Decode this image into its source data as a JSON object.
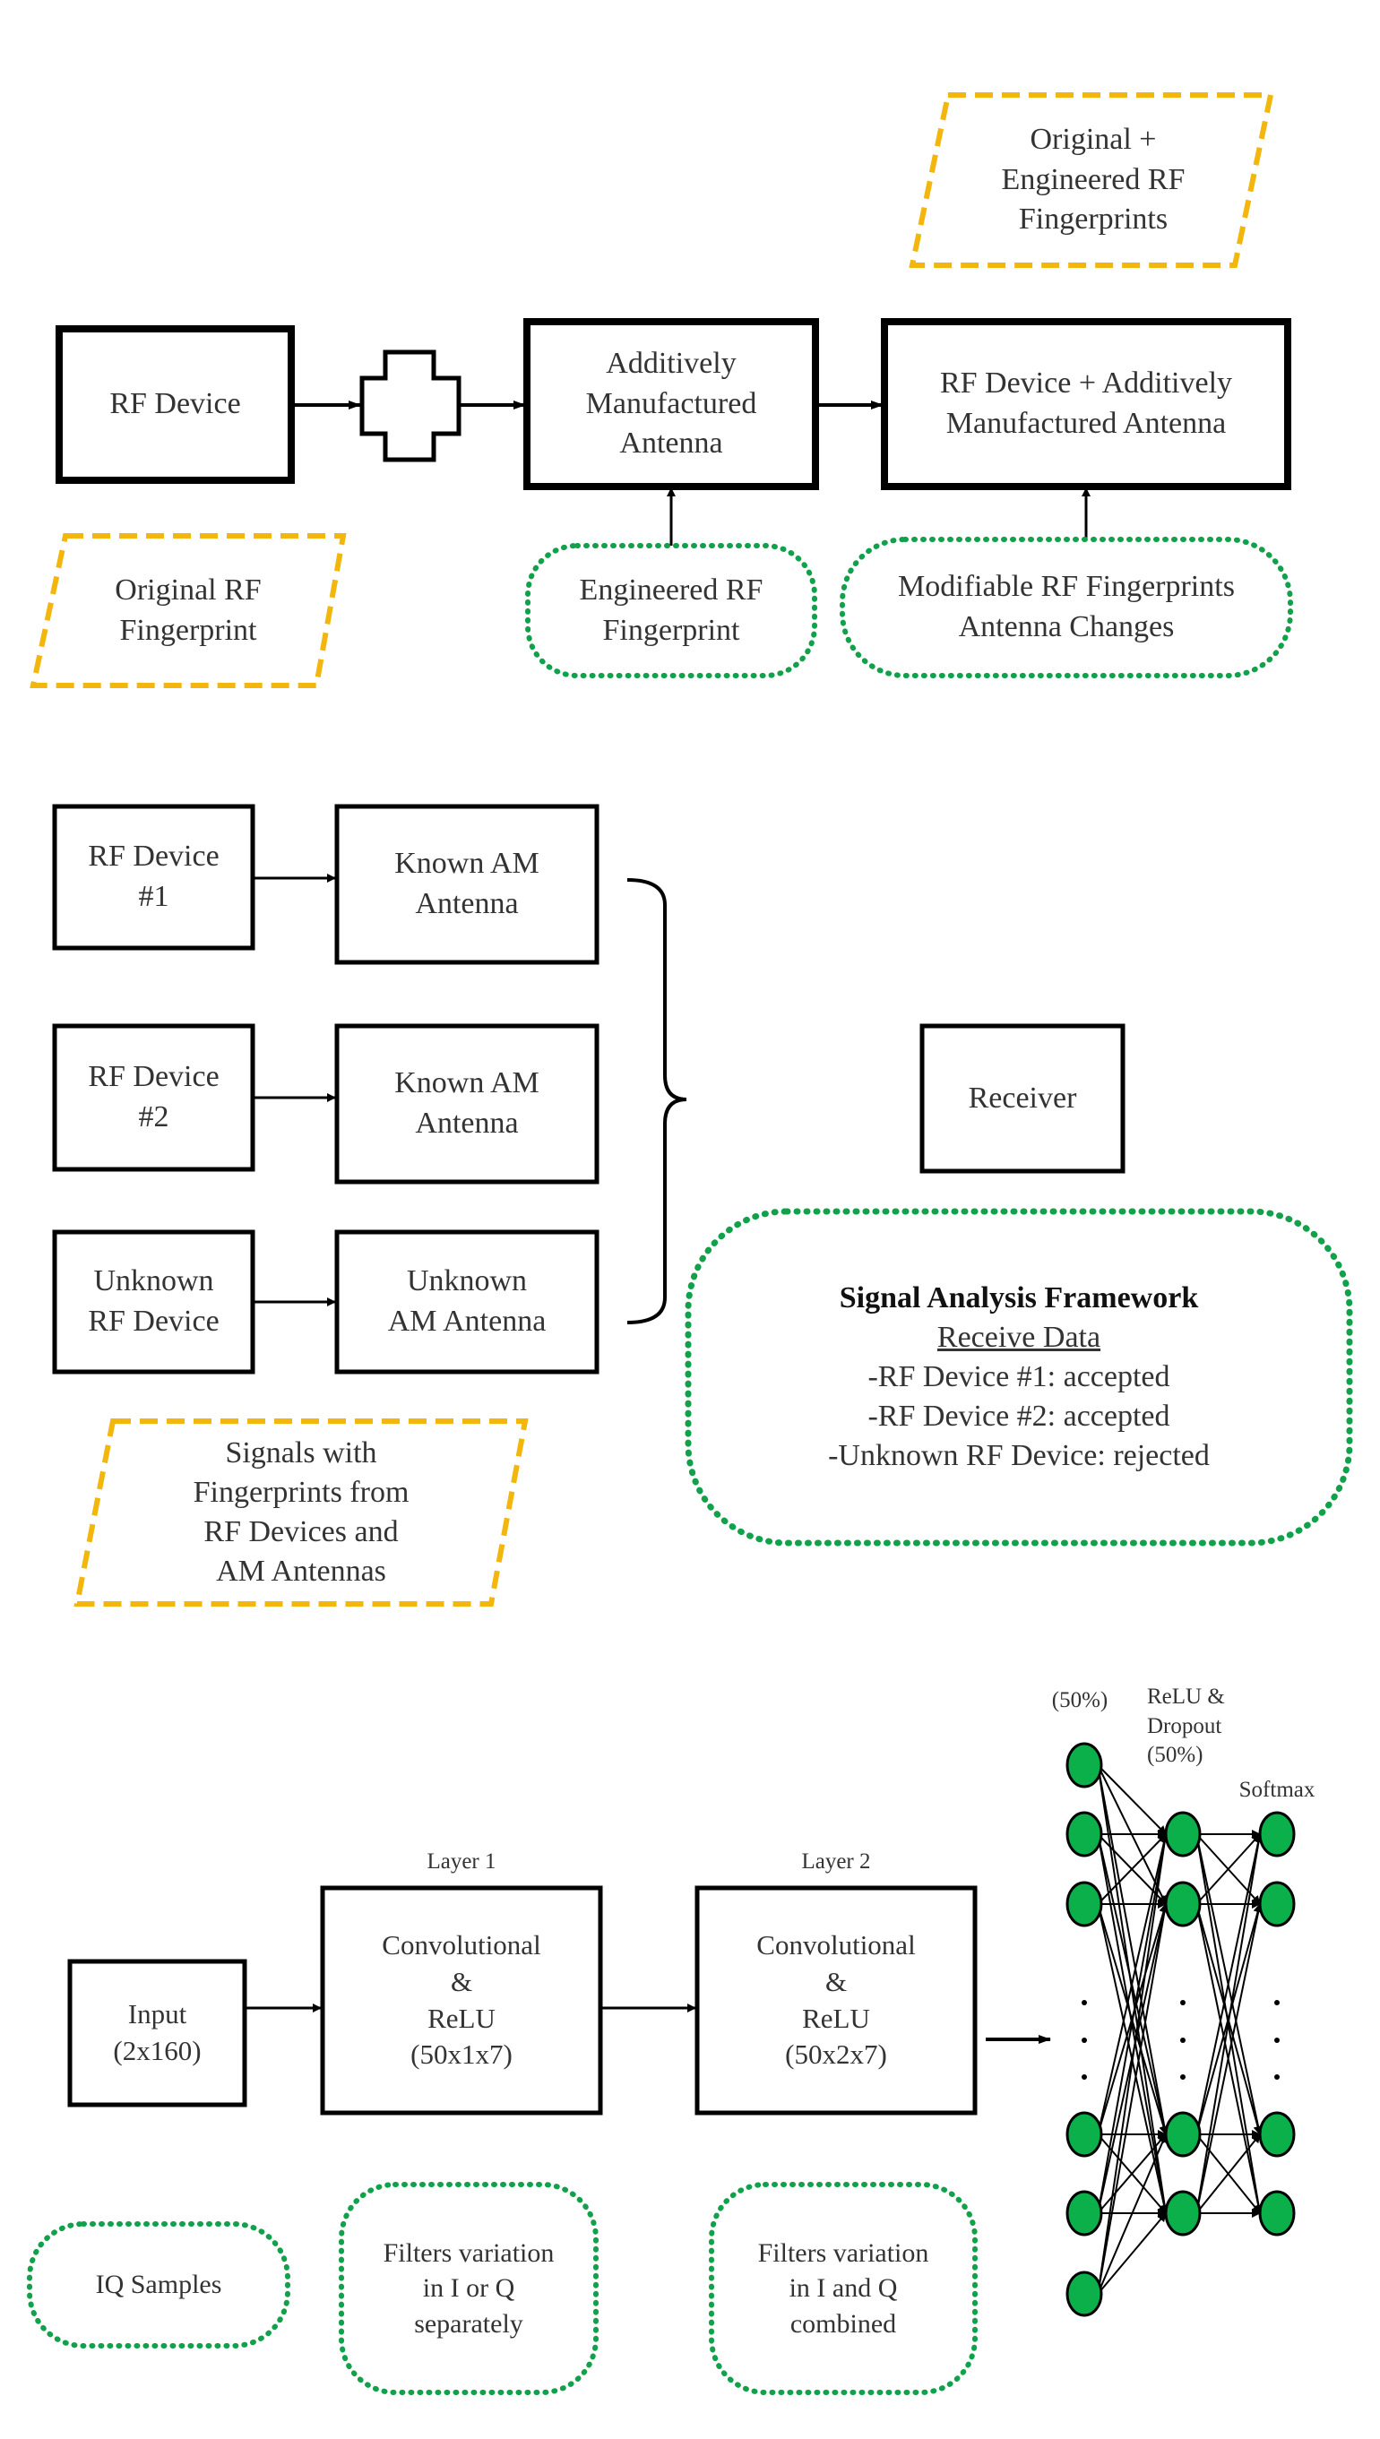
{
  "colors": {
    "stroke": "#000000",
    "dashed_parallelogram": "#f2b60c",
    "dotted_rounded": "#12a14b",
    "node_fill": "#0bb04b"
  },
  "section1": {
    "output_fingerprints": [
      "Original +",
      "Engineered RF",
      "Fingerprints"
    ],
    "rf_device": "RF Device",
    "am_antenna": [
      "Additively",
      "Manufactured",
      "Antenna"
    ],
    "combined": [
      "RF Device + Additively",
      "Manufactured Antenna"
    ],
    "original_fingerprint": [
      "Original RF",
      "Fingerprint"
    ],
    "engineered_fingerprint": [
      "Engineered RF",
      "Fingerprint"
    ],
    "modifiable": [
      "Modifiable RF Fingerprints",
      "Antenna Changes"
    ]
  },
  "section2": {
    "device1": [
      "RF Device",
      "#1"
    ],
    "antenna1": [
      "Known AM",
      "Antenna"
    ],
    "device2": [
      "RF Device",
      "#2"
    ],
    "antenna2": [
      "Known AM",
      "Antenna"
    ],
    "device3": [
      "Unknown",
      "RF Device"
    ],
    "antenna3": [
      "Unknown",
      "AM Antenna"
    ],
    "receiver": "Receiver",
    "framework": {
      "title": "Signal Analysis Framework",
      "subtitle": "Receive Data",
      "lines": [
        "-RF Device #1: accepted",
        "-RF Device #2: accepted",
        "-Unknown RF Device: rejected"
      ]
    },
    "signals": [
      "Signals with",
      "Fingerprints from",
      "RF Devices and",
      "AM Antennas"
    ]
  },
  "section3": {
    "layer1": "Layer 1",
    "layer2": "Layer 2",
    "input": [
      "Input",
      "(2x160)"
    ],
    "conv1": [
      "Convolutional",
      "&",
      "ReLU",
      "(50x1x7)"
    ],
    "conv2": [
      "Convolutional",
      "&",
      "ReLU",
      "(50x2x7)"
    ],
    "iq": "IQ Samples",
    "filters1": [
      "Filters variation",
      "in I or Q",
      "separately"
    ],
    "filters2": [
      "Filters variation",
      "in I and Q",
      "combined"
    ],
    "dropout1": "(50%)",
    "relu_dropout": [
      "ReLU &",
      "Dropout",
      "(50%)"
    ],
    "softmax": "Softmax"
  }
}
